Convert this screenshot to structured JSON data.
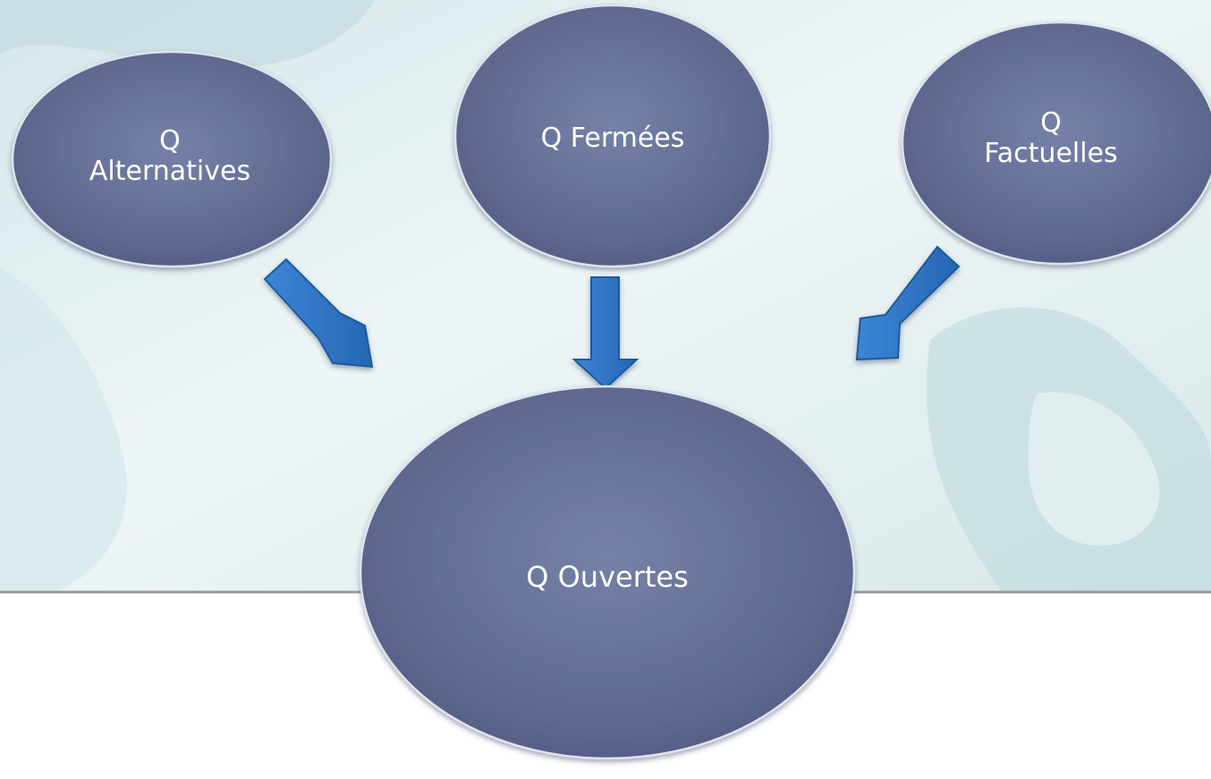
{
  "nodes": [
    {
      "id": "alternatives",
      "label": "Q\nAlternatives"
    },
    {
      "id": "fermees",
      "label": "Q Fermées"
    },
    {
      "id": "factuelles",
      "label": "Q\nFactuelles"
    },
    {
      "id": "ouvertes",
      "label": "Q Ouvertes"
    }
  ],
  "colors": {
    "node_fill": "#5e6890",
    "node_highlight": "#7580a6",
    "node_stroke": "#dfe3ee",
    "arrow_fill": "#2d77c8",
    "arrow_stroke": "#1f5a9e",
    "background_tint": "#cfe3e6",
    "separator_line": "#9a9a9a"
  }
}
